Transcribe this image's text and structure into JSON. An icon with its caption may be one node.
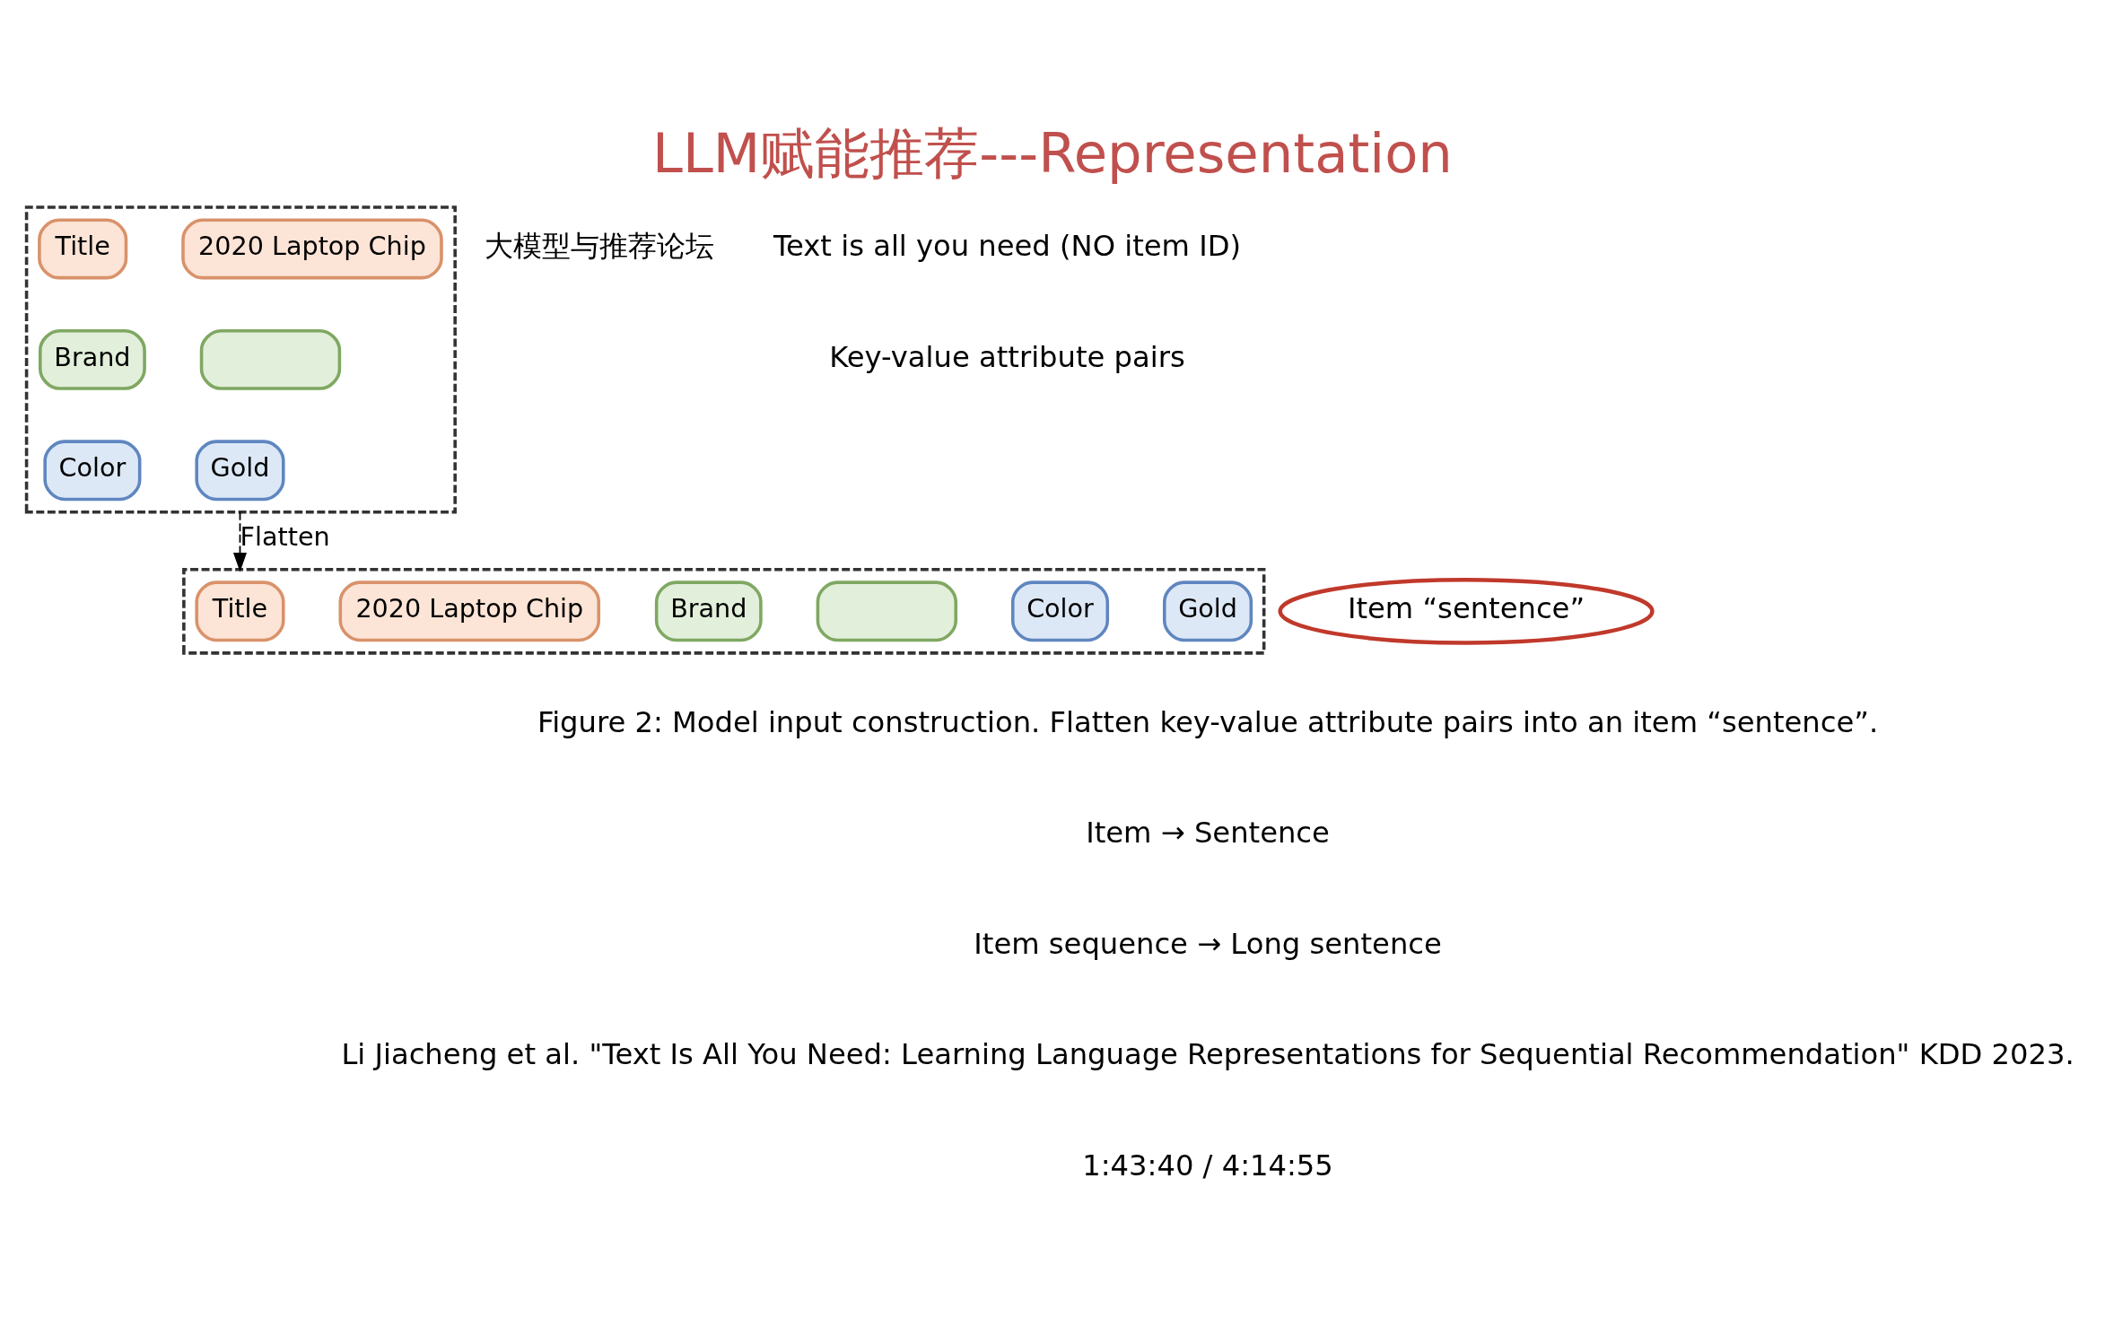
{
  "diagram": {
    "title": "LLM赋能推荐---Representation",
    "nodes": [
      {
        "text": [],
        "shape": "box"
      },
      {
        "text": [
          "Title"
        ],
        "in": 0
      },
      {
        "text": [
          "2020 Laptop Chip"
        ],
        "in": 0
      },
      {
        "text": [
          "Brand"
        ],
        "in": 0
      },
      {
        "text": [],
        "shape": "box",
        "in": 0
      },
      {
        "text": [
          "Color"
        ],
        "in": 0
      },
      {
        "text": [
          "Gold"
        ],
        "in": 0
      },
      {
        "text": [],
        "shape": "box"
      },
      {
        "text": [
          "Title"
        ],
        "in": 7
      },
      {
        "text": [
          "2020 Laptop Chip"
        ],
        "in": 7
      },
      {
        "text": [
          "Brand"
        ],
        "in": 7
      },
      {
        "text": [],
        "shape": "box",
        "in": 7
      },
      {
        "text": [
          "Color"
        ],
        "in": 7
      },
      {
        "text": [
          "Gold"
        ],
        "in": 7
      },
      {
        "text": [
          "Item “sentence”"
        ]
      }
    ],
    "edges": [
      {
        "from": 0,
        "to": 7,
        "arrow": "to",
        "style": "dashed",
        "label": "Flatten"
      }
    ],
    "labels": [
      "大模型与推荐论坛",
      "Text is all you need (NO item ID)",
      "Key-value attribute pairs",
      "Figure 2: Model input construction. Flatten key-value attribute pairs into an item “sentence”.",
      "Item → Sentence",
      "Item sequence → Long sentence",
      "Li Jiacheng et al. \"Text Is All You Need: Learning Language Representations for Sequential Recommendation\" KDD 2023.",
      "1:43:40 / 4:14:55"
    ]
  }
}
